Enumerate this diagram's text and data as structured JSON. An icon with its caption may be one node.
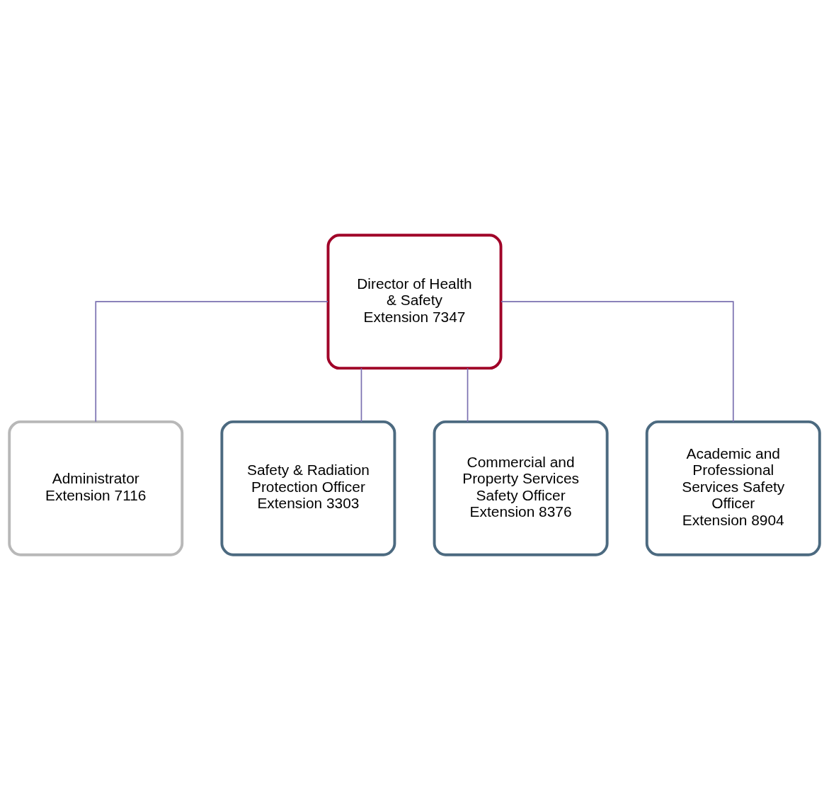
{
  "diagram": {
    "nodes": [
      {
        "text": [
          "Director of Health & Safety",
          "Extension 7347"
        ]
      },
      {
        "text": [
          "Administrator",
          "Extension 7116"
        ]
      },
      {
        "text": [
          "Safety & Radiation Protection Officer",
          "Extension 3303"
        ]
      },
      {
        "text": [
          "Commercial and Property Services Safety Officer",
          "Extension 8376"
        ]
      },
      {
        "text": [
          "Academic and Professional Services Safety Officer",
          "Extension 8904"
        ]
      }
    ],
    "edges": [
      {
        "from": 0,
        "to": 1,
        "arrow": "none"
      },
      {
        "from": 0,
        "to": 2,
        "arrow": "none"
      },
      {
        "from": 0,
        "to": 3,
        "arrow": "none"
      },
      {
        "from": 0,
        "to": 4,
        "arrow": "none"
      }
    ]
  }
}
